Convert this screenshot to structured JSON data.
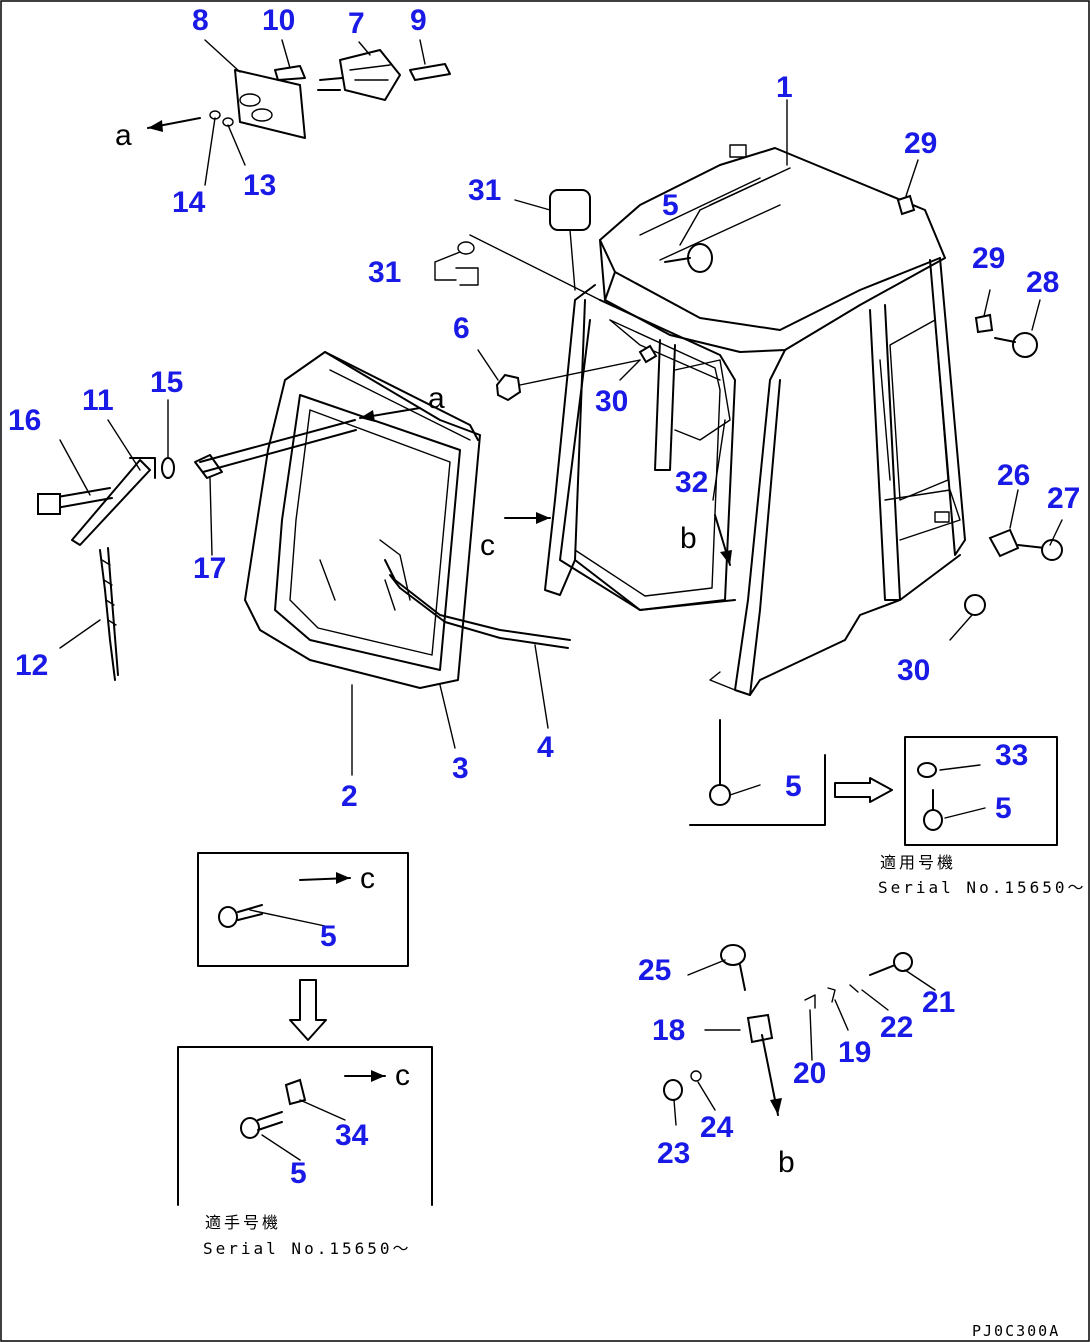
{
  "diagram": {
    "code": "PJ0C300A",
    "serial_note_jp": "適用号機",
    "serial_note_jp_alt": "適手号機",
    "serial_note": "Serial No.15650～"
  },
  "arrows": {
    "a": "a",
    "b": "b",
    "c": "c"
  },
  "callouts": {
    "n1": "1",
    "n2": "2",
    "n3": "3",
    "n4": "4",
    "n5": "5",
    "n6": "6",
    "n7": "7",
    "n8": "8",
    "n9": "9",
    "n10": "10",
    "n11": "11",
    "n12": "12",
    "n13": "13",
    "n14": "14",
    "n15": "15",
    "n16": "16",
    "n17": "17",
    "n18": "18",
    "n19": "19",
    "n20": "20",
    "n21": "21",
    "n22": "22",
    "n23": "23",
    "n24": "24",
    "n25": "25",
    "n26": "26",
    "n27": "27",
    "n28": "28",
    "n29": "29",
    "n30": "30",
    "n31": "31",
    "n32": "32",
    "n33": "33",
    "n34": "34"
  }
}
